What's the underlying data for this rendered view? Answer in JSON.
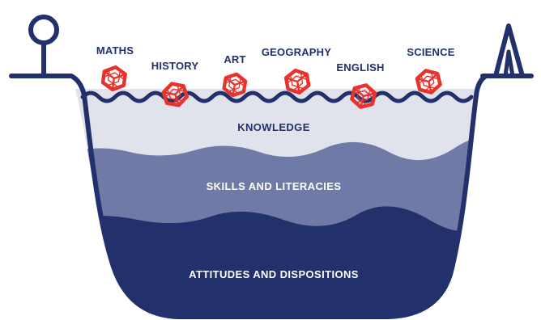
{
  "colors": {
    "navy": "#22306b",
    "knowledge_fill": "#e1e3ec",
    "skills_fill": "#6f7aa6",
    "attitudes_fill": "#22306b",
    "cube_red": "#e8322c"
  },
  "subjects": [
    {
      "label": "MATHS"
    },
    {
      "label": "HISTORY"
    },
    {
      "label": "ART"
    },
    {
      "label": "GEOGRAPHY"
    },
    {
      "label": "ENGLISH"
    },
    {
      "label": "SCIENCE"
    }
  ],
  "layers": {
    "knowledge": "KNOWLEDGE",
    "skills": "SKILLS AND LITERACIES",
    "attitudes": "ATTITUDES AND DISPOSITIONS"
  },
  "icons": {
    "left_post": "pin-post-icon",
    "right_post": "tent-a-icon",
    "cube": "cube-icon"
  }
}
